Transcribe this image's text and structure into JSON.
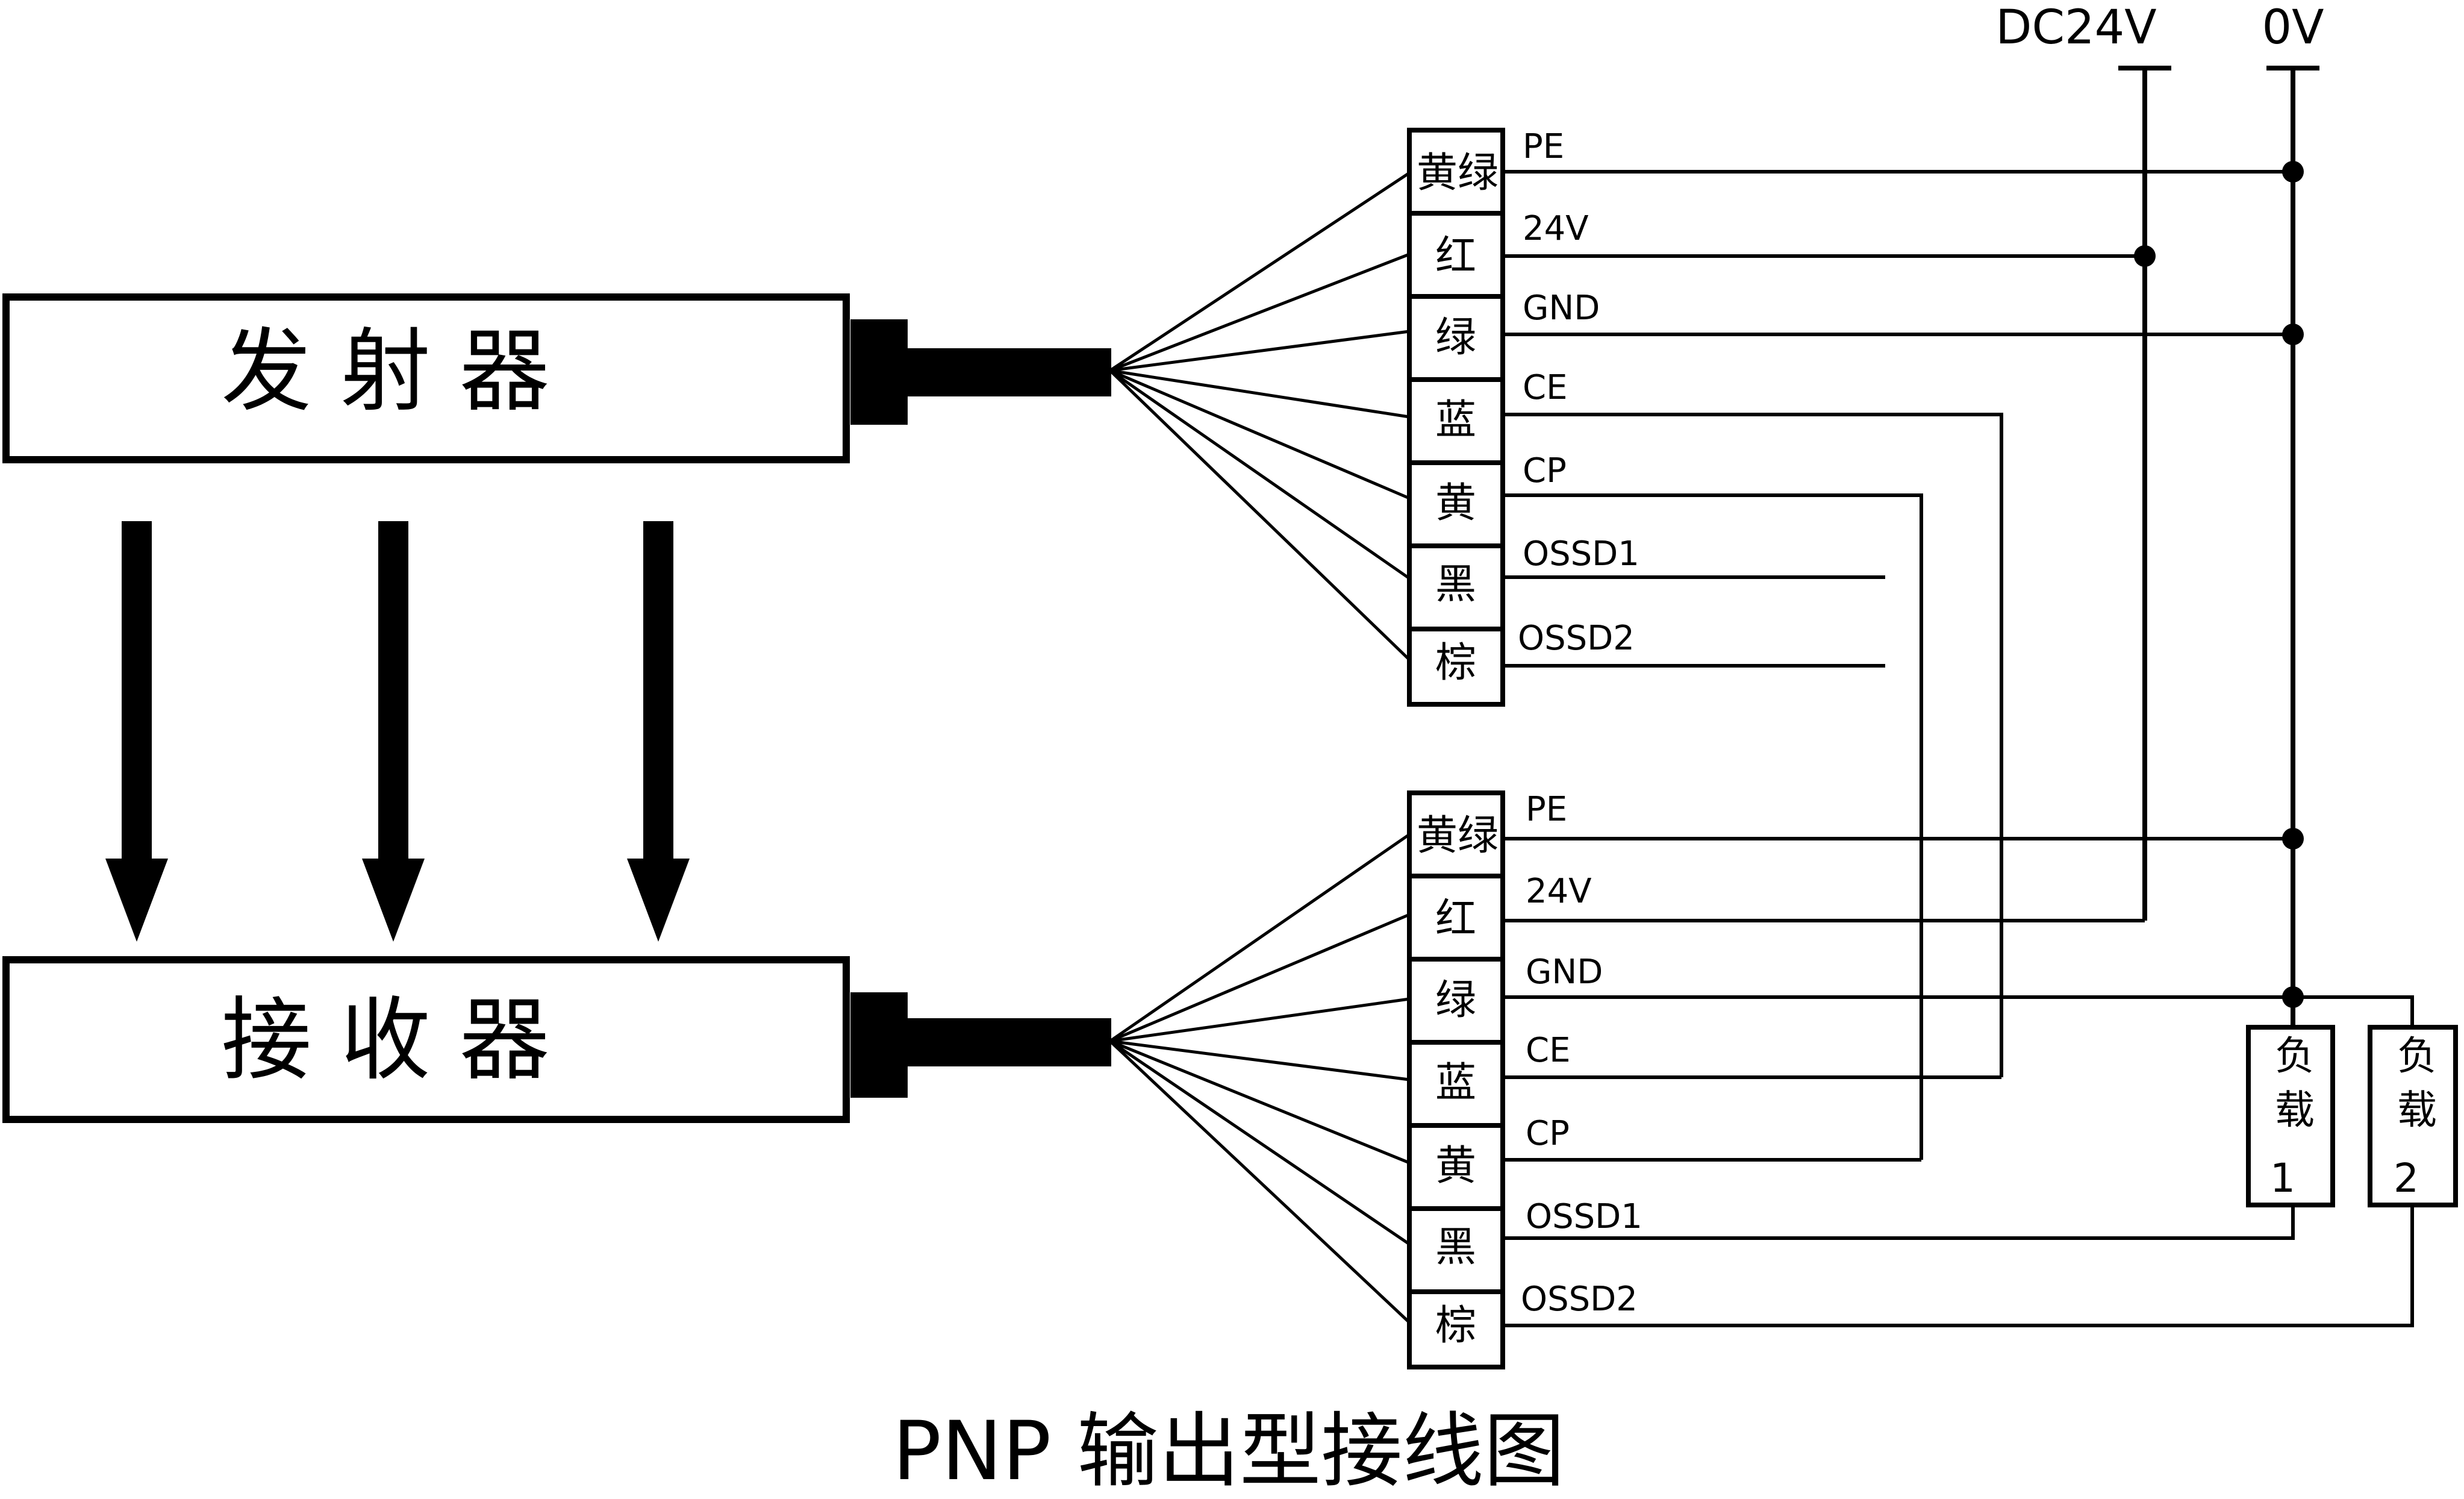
{
  "title": "PNP 输出型接线图",
  "supply": {
    "dc24v": "DC24V",
    "ov": "0V"
  },
  "emitter": {
    "label": "发 射 器"
  },
  "receiver": {
    "label": "接 收 器"
  },
  "emitter_wires": [
    {
      "color": "黄绿",
      "signal": "PE"
    },
    {
      "color": "红",
      "signal": "24V"
    },
    {
      "color": "绿",
      "signal": "GND"
    },
    {
      "color": "蓝",
      "signal": "CE"
    },
    {
      "color": "黄",
      "signal": "CP"
    },
    {
      "color": "黑",
      "signal": "OSSD1"
    },
    {
      "color": "棕",
      "signal": "OSSD2"
    }
  ],
  "receiver_wires": [
    {
      "color": "黄绿",
      "signal": "PE"
    },
    {
      "color": "红",
      "signal": "24V"
    },
    {
      "color": "绿",
      "signal": "GND"
    },
    {
      "color": "蓝",
      "signal": "CE"
    },
    {
      "color": "黄",
      "signal": "CP"
    },
    {
      "color": "黑",
      "signal": "OSSD1"
    },
    {
      "color": "棕",
      "signal": "OSSD2"
    }
  ],
  "loads": [
    {
      "line1": "负",
      "line2": "载",
      "line3": "1"
    },
    {
      "line1": "负",
      "line2": "载",
      "line3": "2"
    }
  ]
}
